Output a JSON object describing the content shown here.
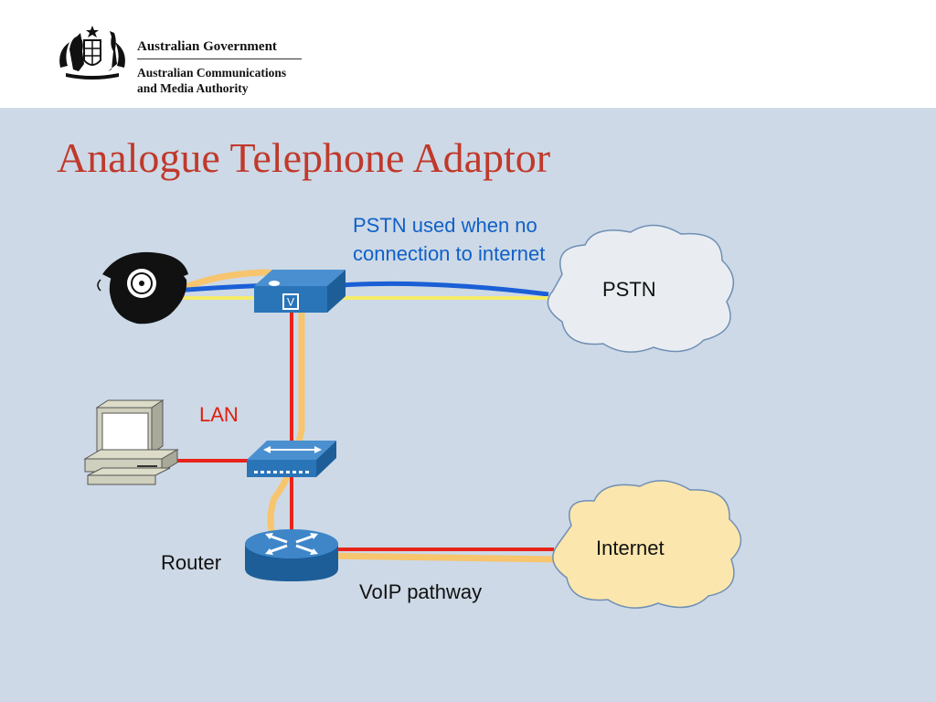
{
  "header": {
    "government": "Australian Government",
    "agency_line1": "Australian Communications",
    "agency_line2": "and Media Authority"
  },
  "slide": {
    "title": "Analogue Telephone Adaptor"
  },
  "diagram": {
    "labels": {
      "pstn_note_line1": "PSTN used when no",
      "pstn_note_line2": "connection to internet",
      "pstn_cloud": "PSTN",
      "lan": "LAN",
      "internet_cloud": "Internet",
      "router": "Router",
      "voip_pathway": "VoIP pathway"
    },
    "ata_badge": "V",
    "colors": {
      "background": "#cdd9e6",
      "title": "#c0392b",
      "pstn_line": "#1a5fd6",
      "voip_line": "#e8231a",
      "signal_path": "#f7c56e",
      "pstn_cloud": "#e9edf2",
      "internet_cloud": "#fbe6ad",
      "device_blue": "#2a74b8"
    },
    "icons": [
      "telephone-icon",
      "ata-icon",
      "pstn-cloud-icon",
      "computer-icon",
      "switch-icon",
      "router-icon",
      "internet-cloud-icon"
    ]
  }
}
